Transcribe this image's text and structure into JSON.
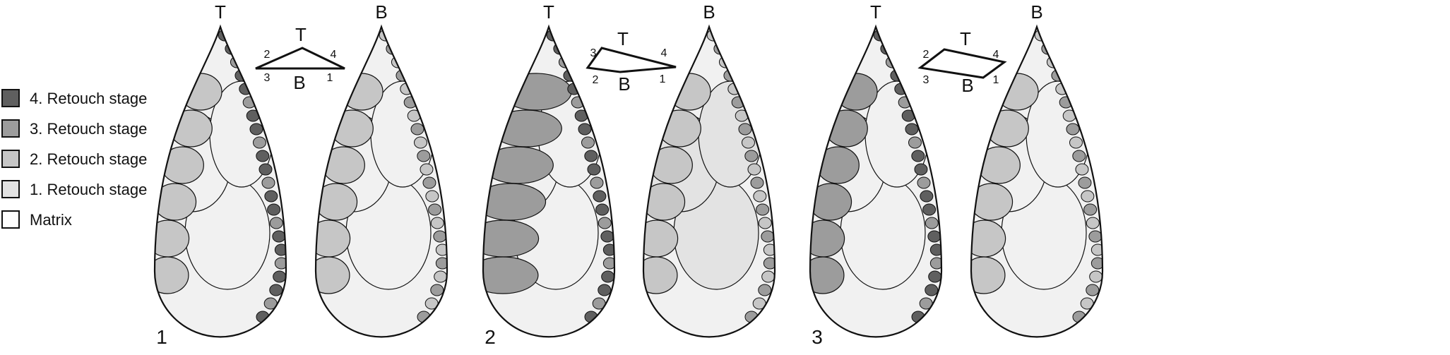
{
  "colors": {
    "stage4": "#5f5f5f",
    "stage3": "#9c9c9c",
    "stage2": "#c6c6c6",
    "stage1": "#e3e3e3",
    "matrix": "#f1f1f1",
    "outline": "#111111"
  },
  "legend": [
    {
      "label": "4. Retouch stage",
      "color": "#5f5f5f"
    },
    {
      "label": "3. Retouch stage",
      "color": "#9c9c9c"
    },
    {
      "label": "2. Retouch stage",
      "color": "#c6c6c6"
    },
    {
      "label": "1. Retouch stage",
      "color": "#e3e3e3"
    },
    {
      "label": "Matrix",
      "color": "#ffffff"
    }
  ],
  "artifacts": [
    {
      "number": "1",
      "top_label": "T",
      "bottom_label": "B",
      "section": {
        "top": "T",
        "bottom": "B",
        "corners": [
          "2",
          "4",
          "3",
          "1"
        ]
      }
    },
    {
      "number": "2",
      "top_label": "T",
      "bottom_label": "B",
      "section": {
        "top": "T",
        "bottom": "B",
        "corners": [
          "3",
          "4",
          "2",
          "1"
        ]
      }
    },
    {
      "number": "3",
      "top_label": "T",
      "bottom_label": "B",
      "section": {
        "top": "T",
        "bottom": "B",
        "corners": [
          "2",
          "4",
          "3",
          "1"
        ]
      }
    }
  ]
}
